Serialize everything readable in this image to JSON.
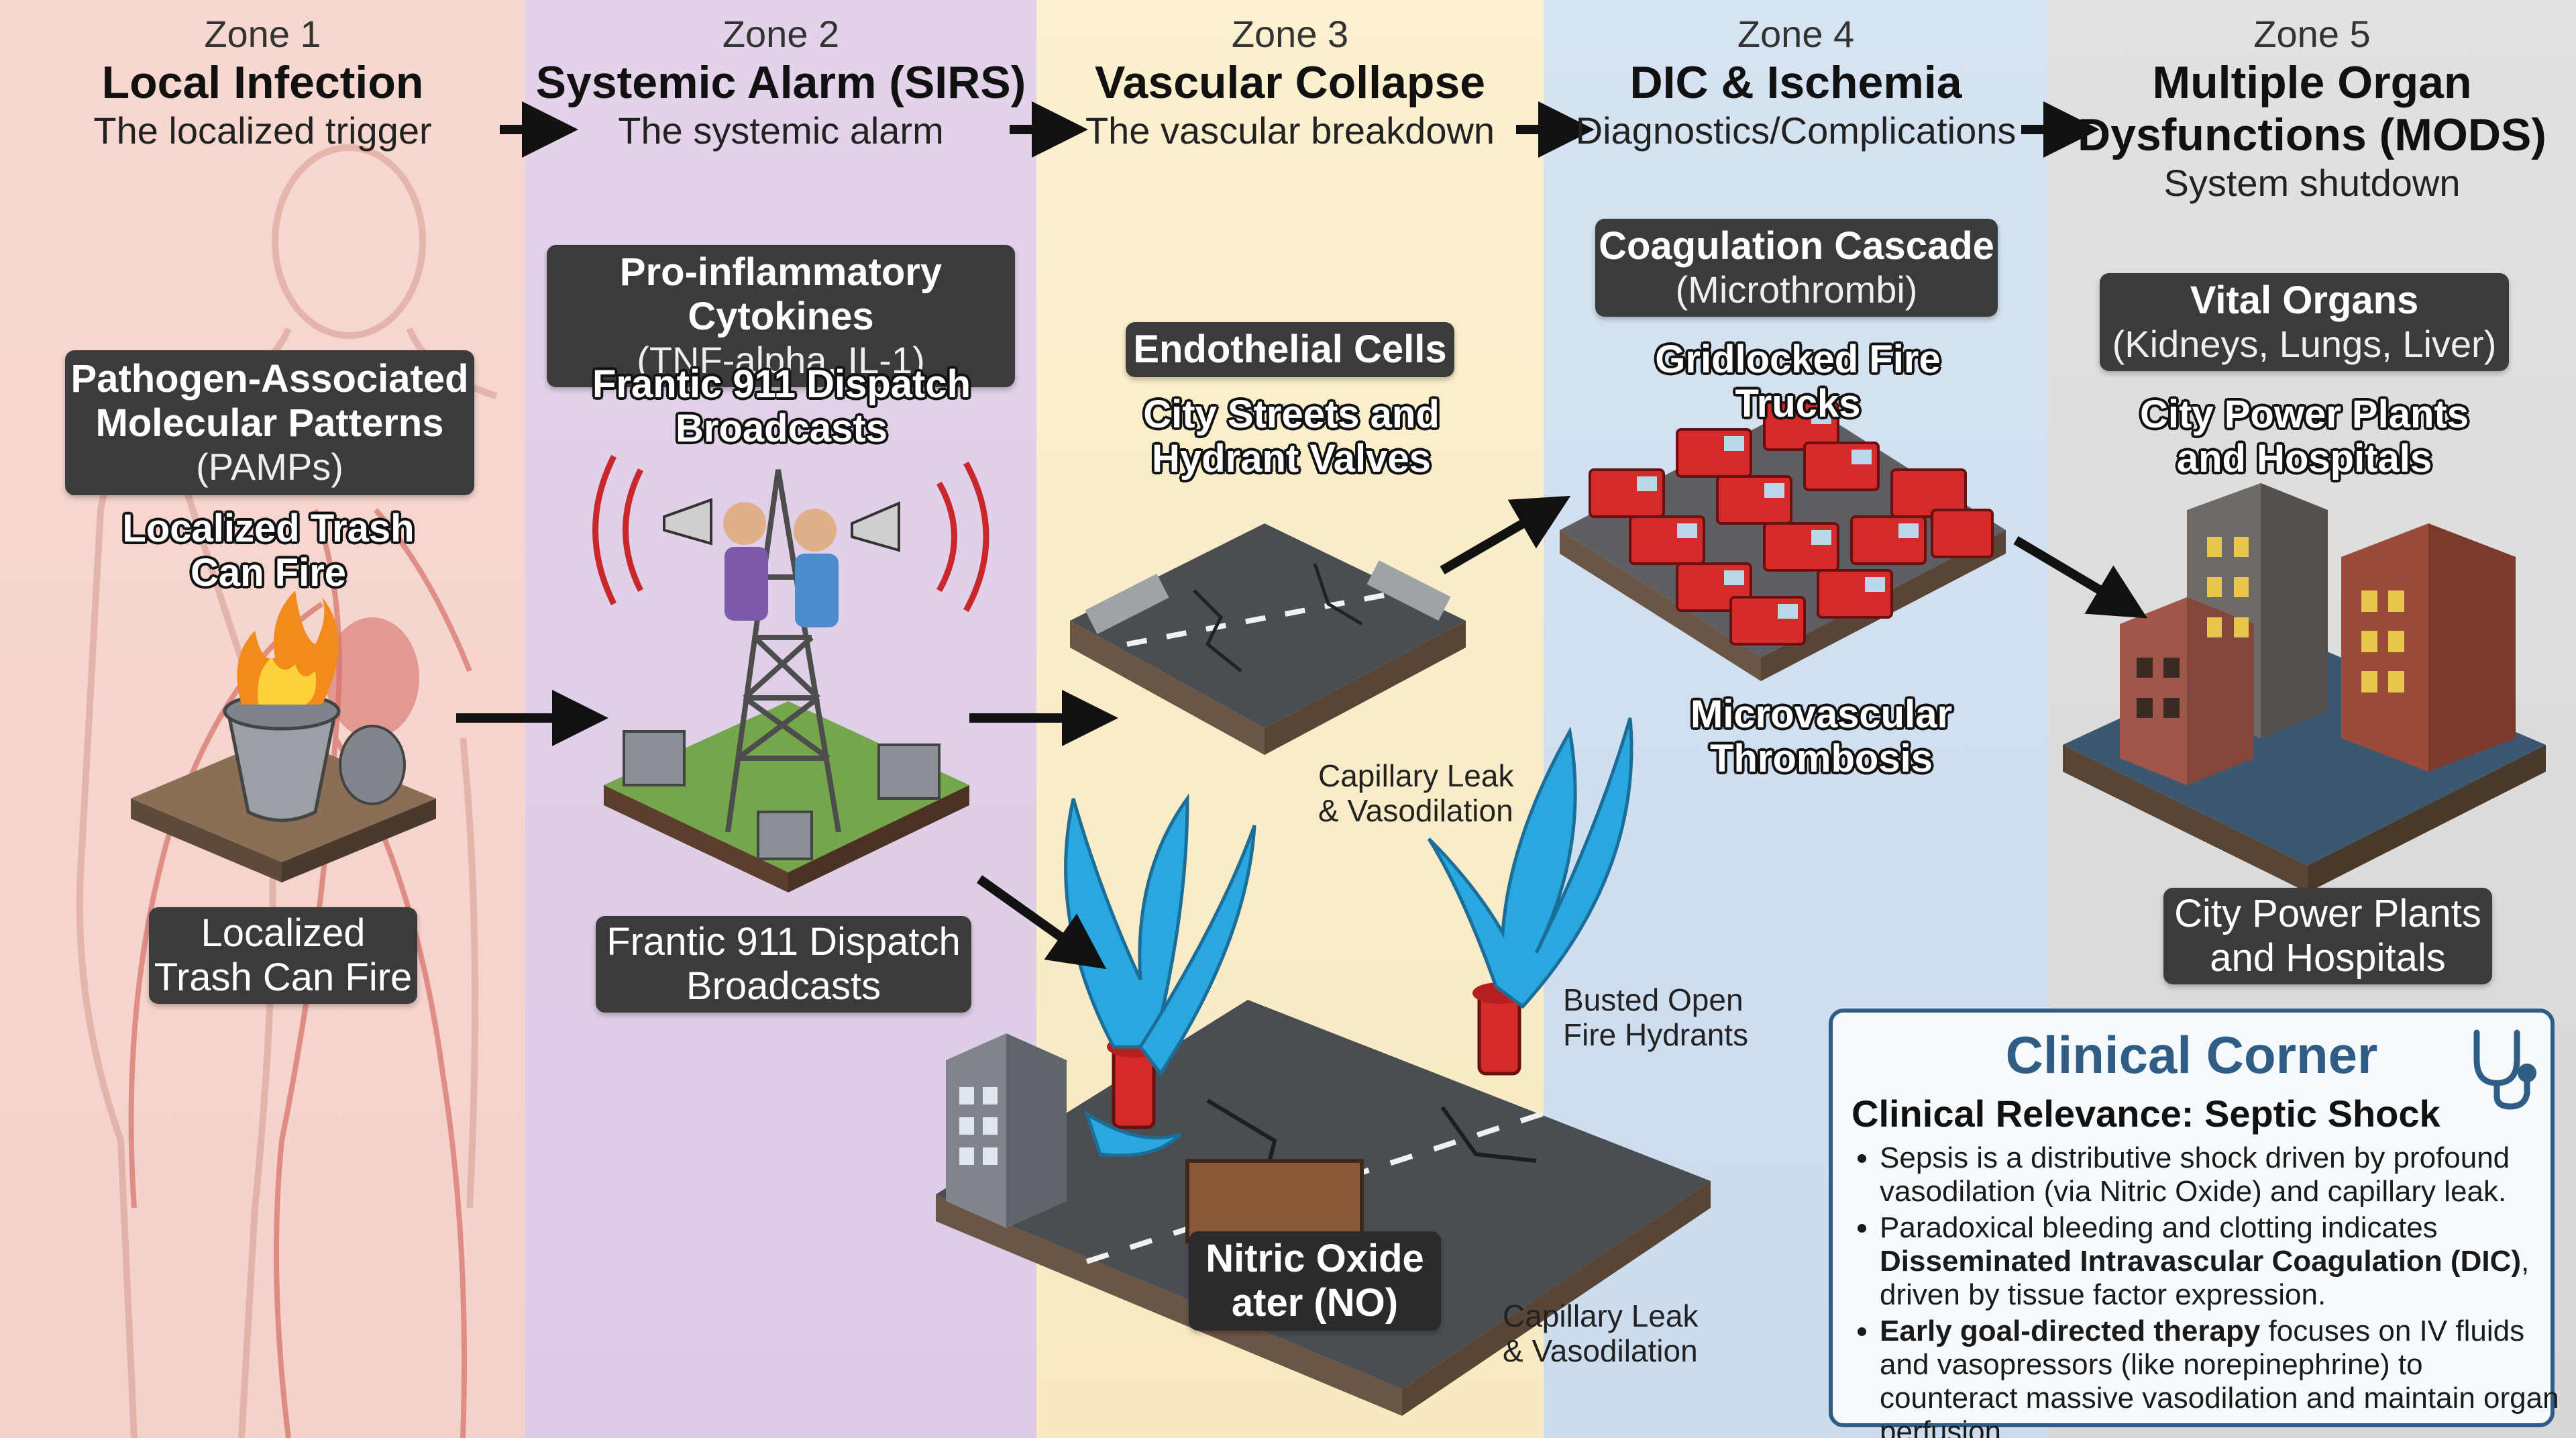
{
  "zones": [
    {
      "num": "Zone 1",
      "title": "Local Infection",
      "subtitle": "The localized trigger"
    },
    {
      "num": "Zone 2",
      "title": "Systemic Alarm (SIRS)",
      "subtitle": "The systemic alarm"
    },
    {
      "num": "Zone 3",
      "title": "Vascular Collapse",
      "subtitle": "The vascular breakdown"
    },
    {
      "num": "Zone 4",
      "title": "DIC & Ischemia",
      "subtitle": "Diagnostics/Complications"
    },
    {
      "num": "Zone 5",
      "title": "Multiple Organ Dysfunctions (MODS)",
      "subtitle": "System shutdown"
    }
  ],
  "zone1": {
    "box_title": "Pathogen-Associated Molecular Patterns",
    "box_sub": "(PAMPs)",
    "analogy": "Localized Trash Can Fire",
    "bottom_label": "Localized Trash Can Fire"
  },
  "zone2": {
    "box_title": "Pro-inflammatory Cytokines",
    "box_sub": "(TNF-alpha, IL-1)",
    "analogy": "Frantic 911 Dispatch Broadcasts",
    "bottom_label": "Frantic 911 Dispatch Broadcasts"
  },
  "zone3": {
    "box_title": "Endothelial Cells",
    "analogy": "City Streets and Hydrant Valves",
    "leak_label_1": "Capillary Leak & Vasodilation",
    "hydrant_label": "Busted Open Fire Hydrants",
    "leak_label_2": "Capillary Leak & Vasodilation",
    "no_box": "Nitric Oxide ater (NO)"
  },
  "zone4": {
    "box_title": "Coagulation Cascade",
    "box_sub": "(Microthrombi)",
    "analogy": "Gridlocked Fire Trucks",
    "bottom_label": "Microvascular Thrombosis"
  },
  "zone5": {
    "box_title": "Vital Organs",
    "box_sub": "(Kidneys, Lungs, Liver)",
    "analogy": "City Power Plants and Hospitals",
    "bottom_label": "City Power Plants and Hospitals"
  },
  "clinical": {
    "title": "Clinical Corner",
    "subtitle": "Clinical Relevance: Septic Shock",
    "b1": "Sepsis is a distributive shock driven by profound vasodilation (via Nitric Oxide) and capillary leak.",
    "b2_pre": "Paradoxical bleeding and clotting indicates",
    "b2_bold": "Disseminated Intravascular Coagulation (DIC)",
    "b2_post": ", driven by tissue factor expression.",
    "b3_bold": "Early goal-directed therapy",
    "b3_post": " focuses on IV fluids and vasopressors (like norepinephrine) to counteract massive vasodilation and maintain organ perfusion.",
    "icon": "stethoscope-icon"
  },
  "colors": {
    "zone1": "#f7d8d0",
    "zone2": "#e3d3ea",
    "zone3": "#fbf0cf",
    "zone4": "#d6e3f2",
    "zone5": "#e1e1e1",
    "accent": "#2f5d86",
    "truck": "#d42a2a",
    "water": "#29a8e0"
  }
}
